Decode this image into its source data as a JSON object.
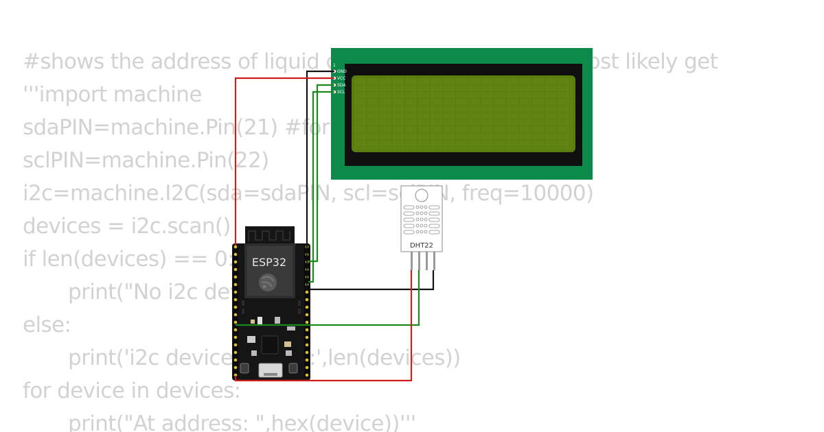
{
  "code_lines": [
    {
      "text": "#shows the address of liquid crystal display. you will most likely get",
      "indent": false
    },
    {
      "text": "'''import machine",
      "indent": false
    },
    {
      "text": "sdaPIN=machine.Pin(21) #for",
      "indent": false
    },
    {
      "text": "sclPIN=machine.Pin(22)",
      "indent": false
    },
    {
      "text": "i2c=machine.I2C(sda=sdaPIN, scl=sclPIN, freq=10000)",
      "indent": false
    },
    {
      "text": "devices = i2c.scan()",
      "indent": false
    },
    {
      "text": "if len(devices) == 0:",
      "indent": false
    },
    {
      "text": "print(\"No i2c device !\")",
      "indent": true
    },
    {
      "text": "else:",
      "indent": false
    },
    {
      "text": "print('i2c devices found:',len(devices))",
      "indent": true
    },
    {
      "text": "for device in devices:",
      "indent": false
    },
    {
      "text": "print(\"At address: \",hex(device))'''",
      "indent": true
    }
  ],
  "lcd": {
    "pins": [
      "GND",
      "VCC",
      "SDA",
      "SCL"
    ],
    "pin_number": "1"
  },
  "esp32": {
    "label": "ESP32"
  },
  "dht22": {
    "label": "DHT22"
  },
  "colors": {
    "code_text": "#d2d2d2",
    "lcd_board": "#0b8a4a",
    "lcd_screen": "#5b7d0e",
    "wire_red": "#d01c1c",
    "wire_green": "#1a8a1a",
    "wire_black": "#111111"
  }
}
